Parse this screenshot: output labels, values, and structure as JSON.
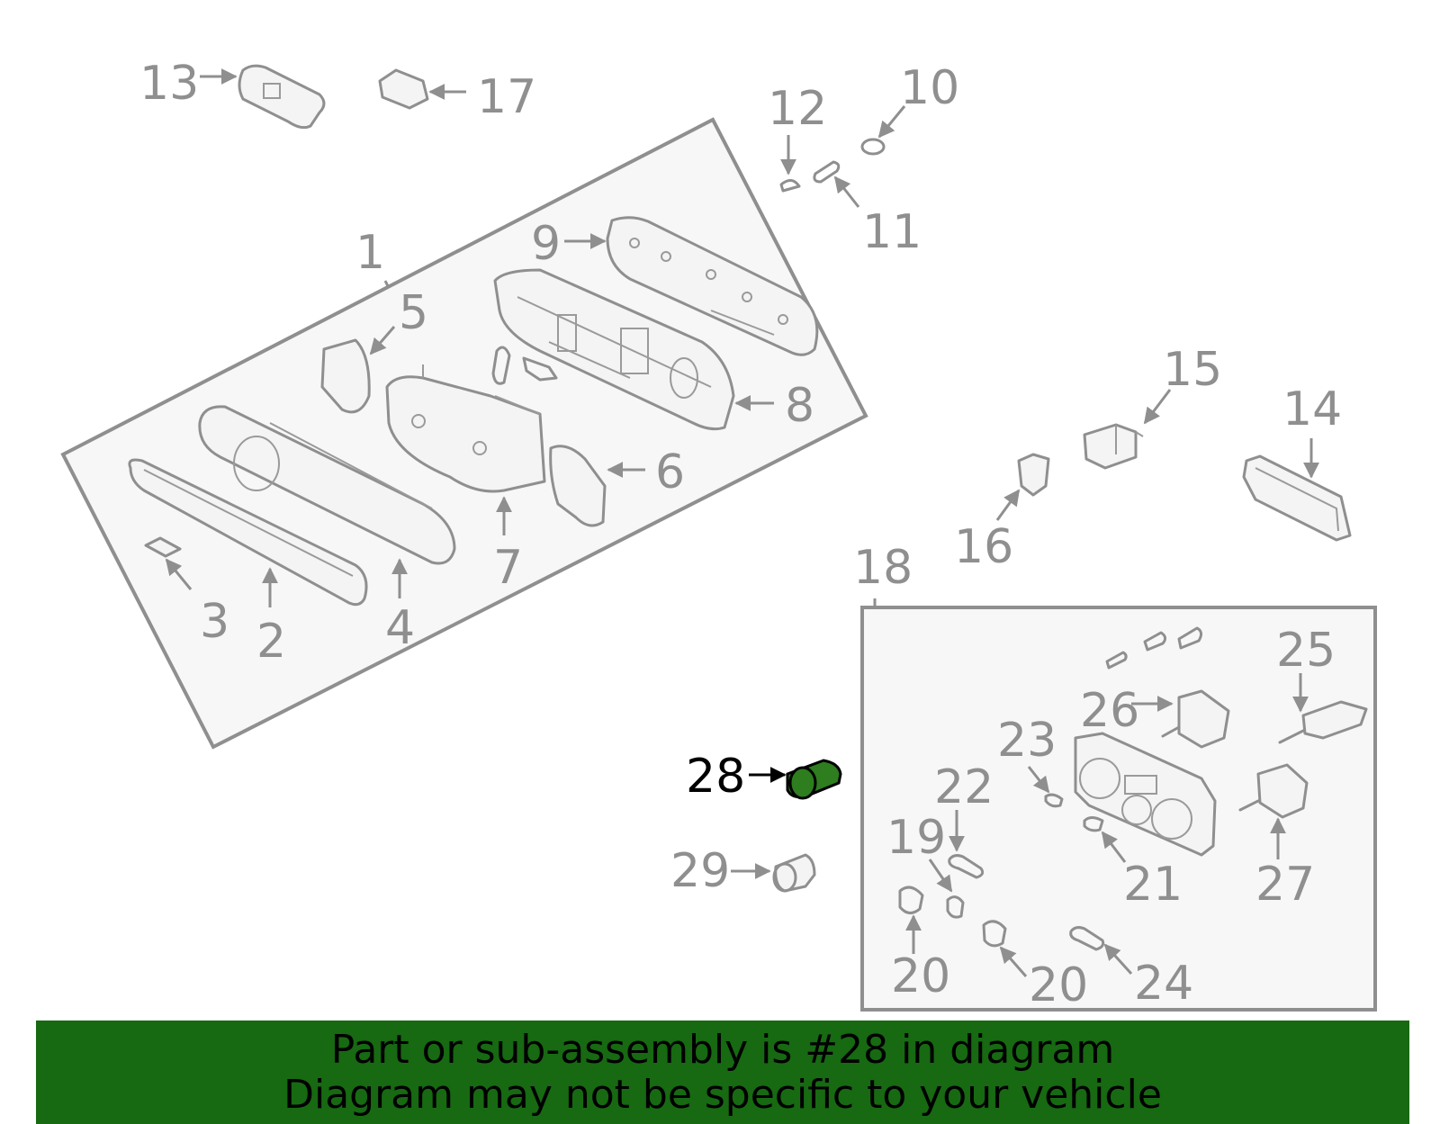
{
  "diagram": {
    "labels": [
      "1",
      "2",
      "3",
      "4",
      "5",
      "6",
      "7",
      "8",
      "9",
      "10",
      "11",
      "12",
      "13",
      "14",
      "15",
      "16",
      "17",
      "18",
      "19",
      "20",
      "20",
      "21",
      "22",
      "23",
      "24",
      "25",
      "26",
      "27",
      "28",
      "29"
    ],
    "highlighted_label": "28",
    "colors": {
      "highlight_part": "#2e7d1f",
      "banner": "#176912",
      "label": "#8f8f8f",
      "highlight_label": "#000000"
    }
  },
  "banner": {
    "line1": "Part or sub-assembly is #28 in diagram",
    "line2": "Diagram may not be specific to your vehicle"
  }
}
